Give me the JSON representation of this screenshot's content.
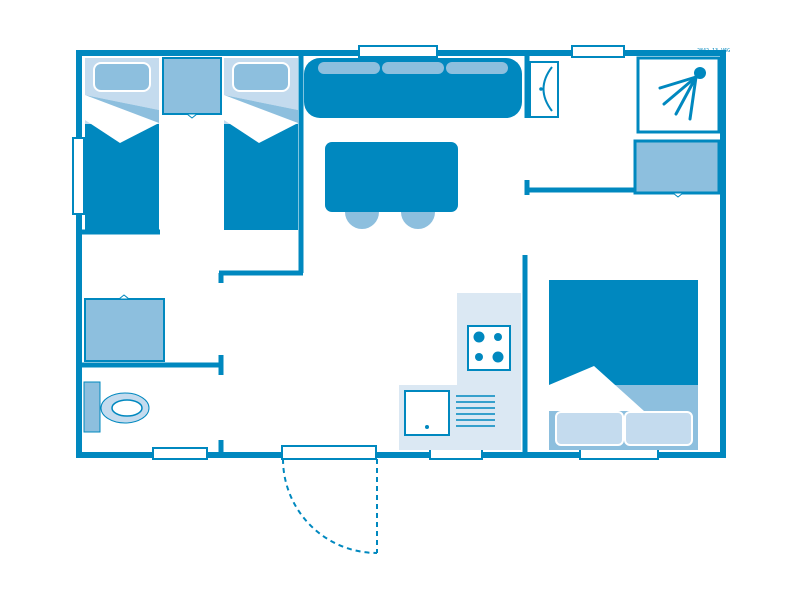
{
  "plan": {
    "reference_code": "2842_13_V6G",
    "rooms": [
      "bedroom-1",
      "bedroom-2",
      "living-dining",
      "kitchen",
      "shower-room",
      "toilet",
      "master-bedroom",
      "storage"
    ]
  },
  "colors": {
    "wall": "#0088bf",
    "furniture_dark": "#0088bf",
    "furniture_mid": "#8dbfde",
    "furniture_light": "#c4dbee",
    "kitchen_counter": "#dbe8f3",
    "background": "#ffffff"
  }
}
